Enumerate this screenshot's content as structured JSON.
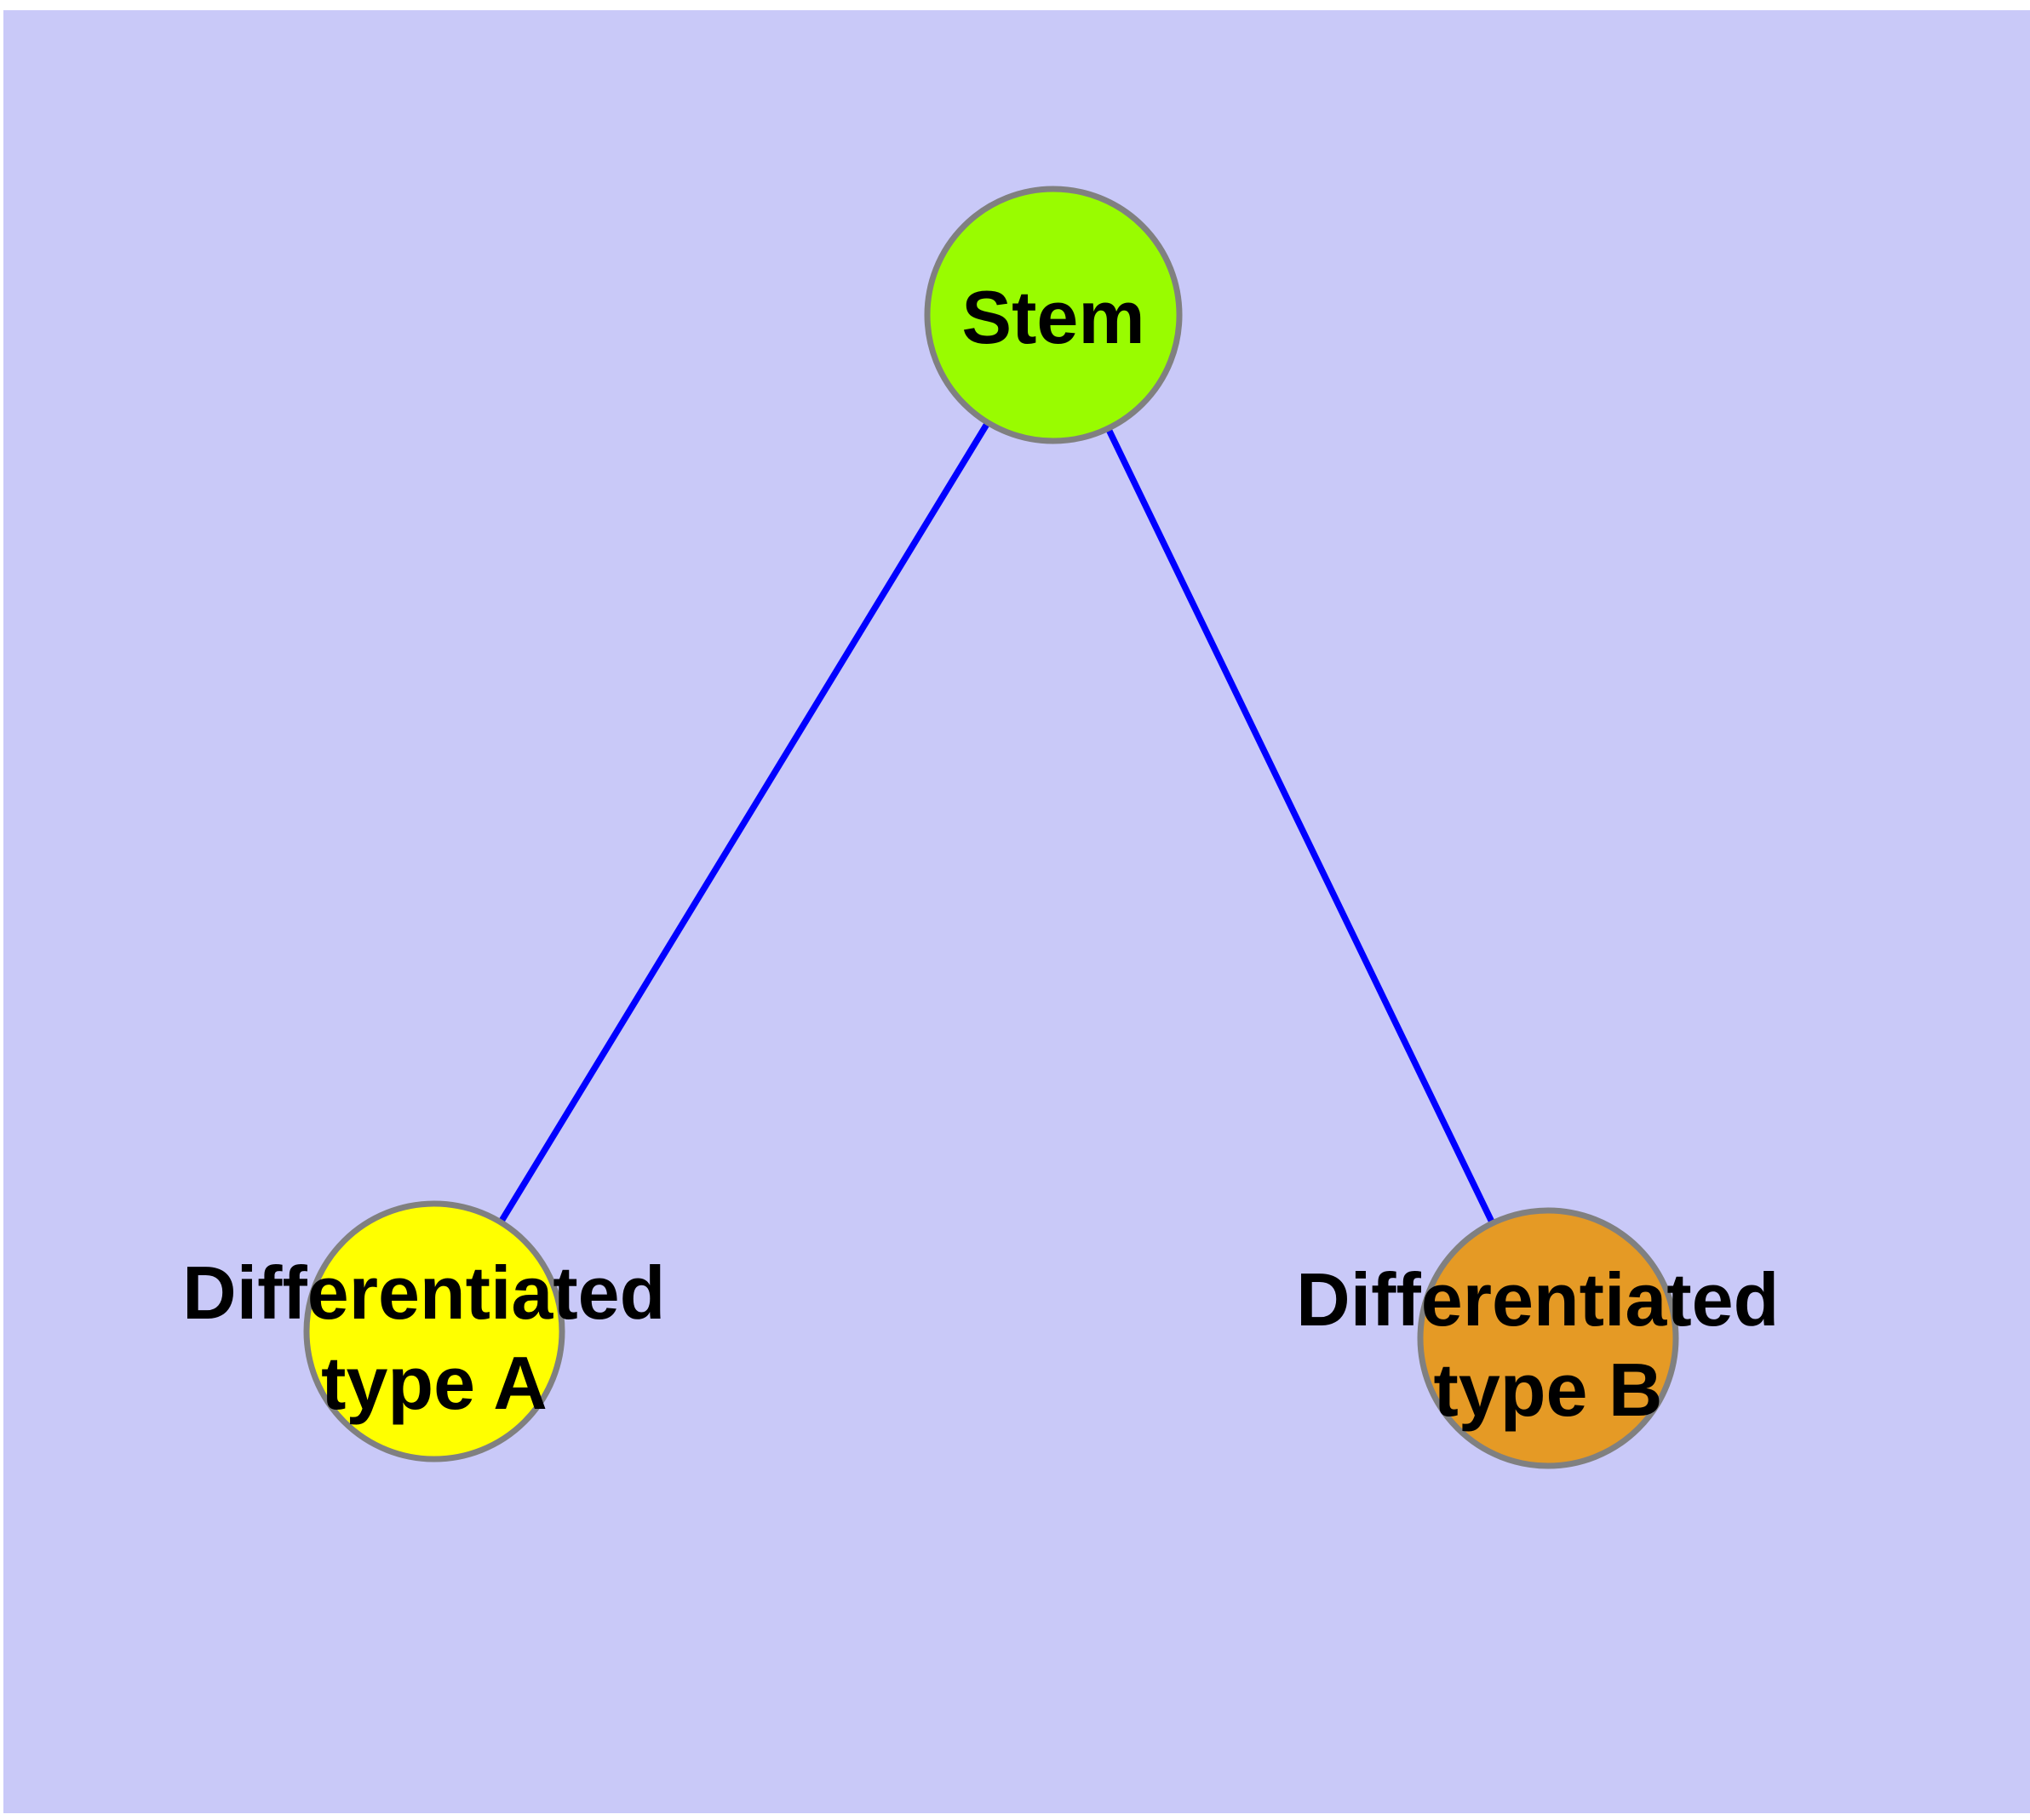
{
  "figure": {
    "type": "network-diagram",
    "page_background": "#FFFFFF",
    "panel_background": "#C9C9F8",
    "label_color": "#000000"
  },
  "graph": {
    "nodes": [
      {
        "id": "stem",
        "label": "Stem",
        "label_lines": [
          "Stem"
        ],
        "fill": "#99FC00",
        "border": "#808080"
      },
      {
        "id": "differentiated-type-a",
        "label": "Differentiated type A",
        "label_lines": [
          "Differentiated",
          "type A"
        ],
        "fill": "#FFFF00",
        "border": "#808080"
      },
      {
        "id": "differentiated-type-b",
        "label": "Differentiated type B",
        "label_lines": [
          "Differentiated",
          "type B"
        ],
        "fill": "#E59A25",
        "border": "#808080"
      }
    ],
    "edges": [
      {
        "from": "stem",
        "to": "differentiated-type-a",
        "color": "#0000FF"
      },
      {
        "from": "stem",
        "to": "differentiated-type-b",
        "color": "#0000FF"
      }
    ]
  }
}
